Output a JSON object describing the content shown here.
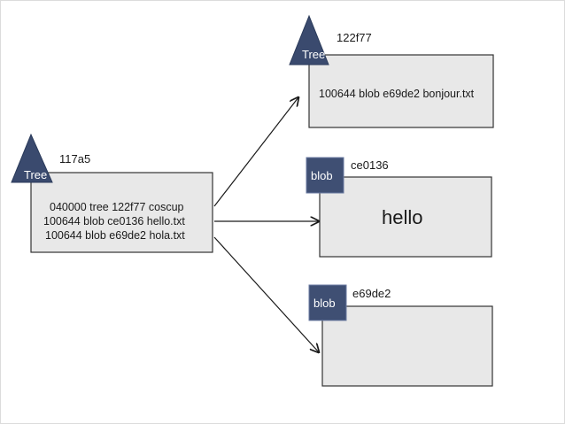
{
  "tree_root": {
    "hash": "117a5",
    "type_label": "Tree",
    "entries": [
      "040000 tree 122f77 coscup",
      "100644 blob ce0136 hello.txt",
      "100644 blob e69de2 hola.txt"
    ]
  },
  "tree_sub": {
    "hash": "122f77",
    "type_label": "Tree",
    "entries": [
      "100644 blob e69de2 bonjour.txt"
    ]
  },
  "blob_hello": {
    "hash": "ce0136",
    "type_label": "blob",
    "content": "hello"
  },
  "blob_empty": {
    "hash": "e69de2",
    "type_label": "blob",
    "content": ""
  },
  "colors": {
    "badge": "#3a4a6e",
    "box_fill": "#e8e8e8",
    "box_stroke": "#333333",
    "arrow": "#1a1a1a"
  }
}
